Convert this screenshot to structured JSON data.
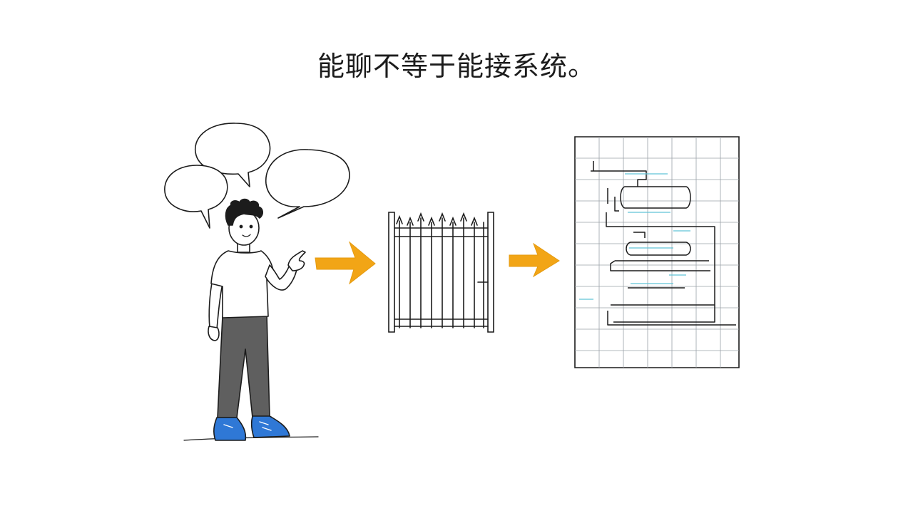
{
  "title": "能聊不等于能接系统。",
  "colors": {
    "ink": "#1c1c1c",
    "arrow": "#f2a516",
    "shirt": "#ffffff",
    "pants": "#5f5f5f",
    "shoes": "#2f78d6",
    "grid": "#9aa0a8",
    "accent_line": "#5fc3d6"
  },
  "diagram": {
    "nodes": [
      {
        "id": "person",
        "icon": "person-pointing-icon"
      },
      {
        "id": "speech",
        "icon": "speech-bubbles-icon"
      },
      {
        "id": "gate",
        "icon": "gate-icon"
      },
      {
        "id": "system",
        "icon": "system-flowchart-icon"
      }
    ],
    "edges": [
      {
        "from": "person",
        "to": "gate",
        "icon": "arrow-right-icon"
      },
      {
        "from": "gate",
        "to": "system",
        "icon": "arrow-right-icon"
      }
    ]
  }
}
